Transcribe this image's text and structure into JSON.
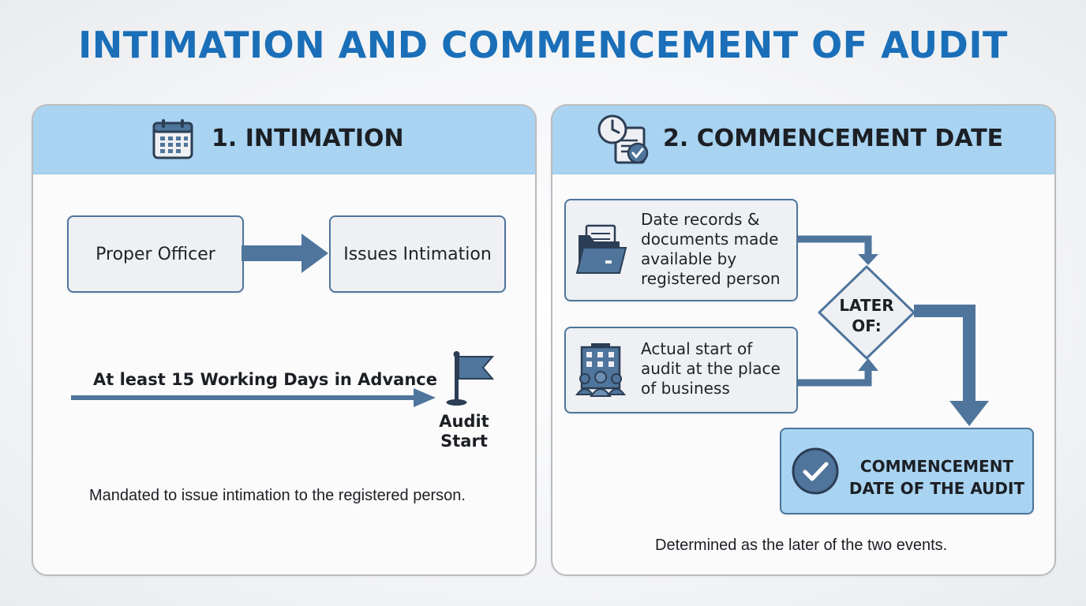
{
  "title": "INTIMATION AND COMMENCEMENT OF AUDIT",
  "intimation": {
    "heading": "1. INTIMATION",
    "icon": "calendar-icon",
    "proper_officer": "Proper Officer",
    "issues_intimation": "Issues Intimation",
    "timeline_label": "At least 15 Working Days in Advance",
    "flag_label_line1": "Audit",
    "flag_label_line2": "Start",
    "note": "Mandated to issue intimation to the registered person."
  },
  "commencement": {
    "heading": "2. COMMENCEMENT DATE",
    "icon": "clock-document-icon",
    "event1": {
      "icon": "folder-documents-icon",
      "lines": [
        "Date records &",
        "documents made",
        "available by",
        "registered person"
      ]
    },
    "event2": {
      "icon": "office-building-people-icon",
      "lines": [
        "Actual start of",
        "audit at the place",
        "of business"
      ]
    },
    "decision_line1": "LATER",
    "decision_line2": "OF:",
    "result_icon": "checkmark-circle-icon",
    "result_line1": "COMMENCEMENT",
    "result_line2": "DATE OF THE AUDIT",
    "note": "Determined as the later of the two events."
  },
  "colors": {
    "title": "#1a6fb8",
    "header_band": "#a8d3f1",
    "arrow": "#4f759c",
    "result_box": "#a8d3f1"
  }
}
